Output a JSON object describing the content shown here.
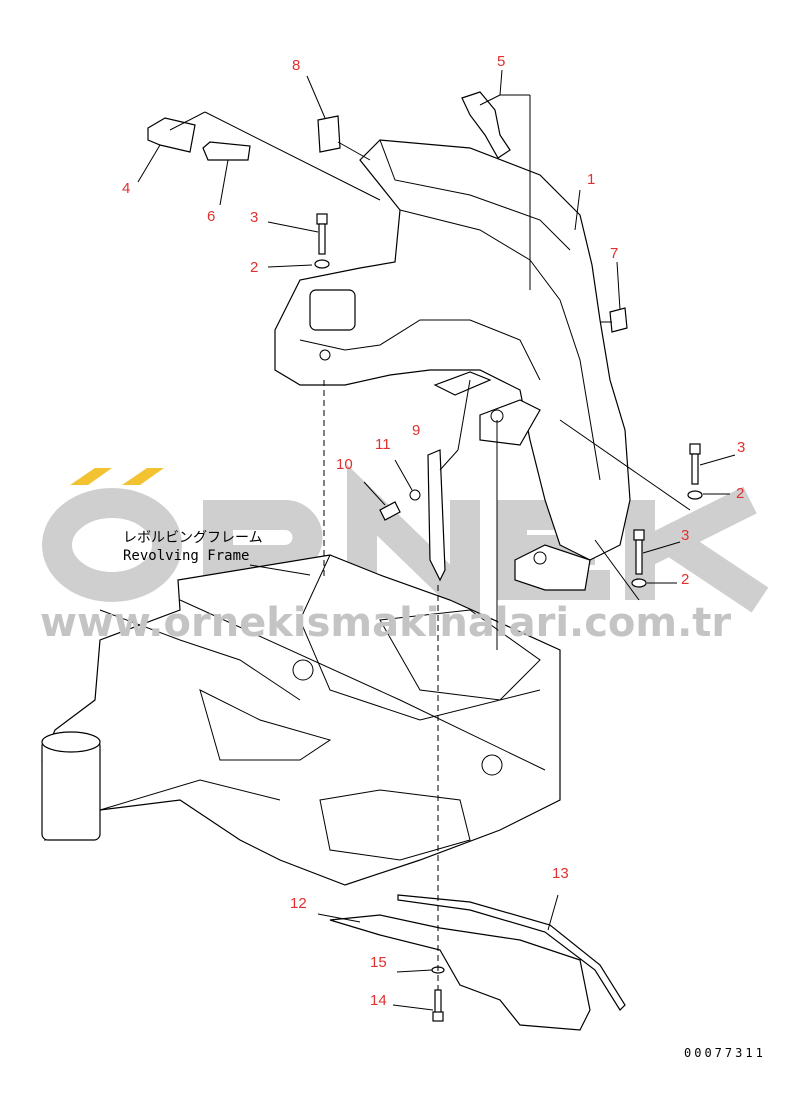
{
  "diagram": {
    "frame_label_jp": "レボルビングフレーム",
    "frame_label_en": "Revolving Frame",
    "drawing_code": "00077311",
    "callouts": [
      "1",
      "2",
      "3",
      "4",
      "5",
      "6",
      "7",
      "8",
      "9",
      "10",
      "11",
      "2",
      "3",
      "2",
      "3",
      "12",
      "13",
      "14",
      "15"
    ],
    "callout_color": "#e03030"
  },
  "watermark": {
    "brand": "ÖRNEK",
    "url": "www.ornekismakinalari.com.tr",
    "accent_color": "#f2c230"
  }
}
